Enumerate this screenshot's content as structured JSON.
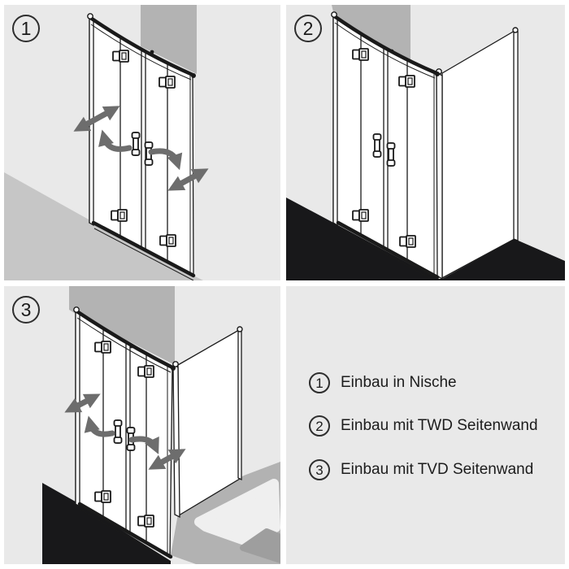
{
  "palette": {
    "white": "#ffffff",
    "panel_bg": "#e9e9e9",
    "wall": "#b3b3b3",
    "floor_light": "#c6c6c6",
    "floor_dark": "#18181a",
    "arrow": "#6d6d6d",
    "line": "#1a1a1a",
    "tray": "#b2b2b2",
    "tray_inner": "#efefef",
    "tray_mat": "#9e9e9e",
    "text": "#1c1c1c"
  },
  "figures": [
    {
      "number": "1"
    },
    {
      "number": "2"
    },
    {
      "number": "3"
    }
  ],
  "legend": {
    "items": [
      {
        "number": "1",
        "text": "Einbau in Nische"
      },
      {
        "number": "2",
        "text": "Einbau mit TWD Seitenwand"
      },
      {
        "number": "3",
        "text": "Einbau mit TVD Seitenwand"
      }
    ]
  },
  "icons": {
    "fold_direction_arrows": "double-headed and curved swing arrows",
    "circled_number": "circled figure number"
  }
}
